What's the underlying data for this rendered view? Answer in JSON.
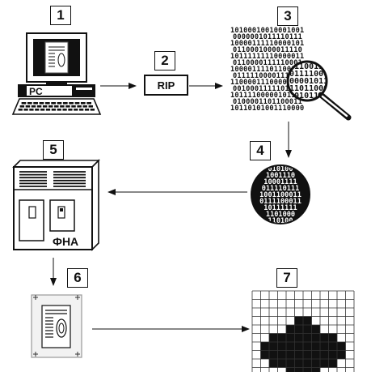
{
  "steps": [
    {
      "number": "1"
    },
    {
      "number": "2"
    },
    {
      "number": "3"
    },
    {
      "number": "4"
    },
    {
      "number": "5"
    },
    {
      "number": "6"
    },
    {
      "number": "7"
    }
  ],
  "labels": {
    "pc": "PC",
    "rip": "RIP",
    "fna": "ФНА"
  },
  "binary_rows": [
    "10100010010001001",
    "0000001011110111",
    "10000111110000101",
    "0110001000011110",
    "10111111110000011",
    "0110000111110001",
    "10000111101100110",
    "0111110000111100",
    "11000011100001011",
    "0010001111101100",
    "10111100000101101",
    "0100001101100011",
    "10110101001110000"
  ],
  "lens_rows": [
    "010100",
    "1001110",
    "10001111",
    "011110111",
    "1001100011",
    "0111100011",
    "10111111",
    "1101000",
    "110100"
  ],
  "colors": {
    "ink": "#111111",
    "frame": "#f2f2f2"
  }
}
